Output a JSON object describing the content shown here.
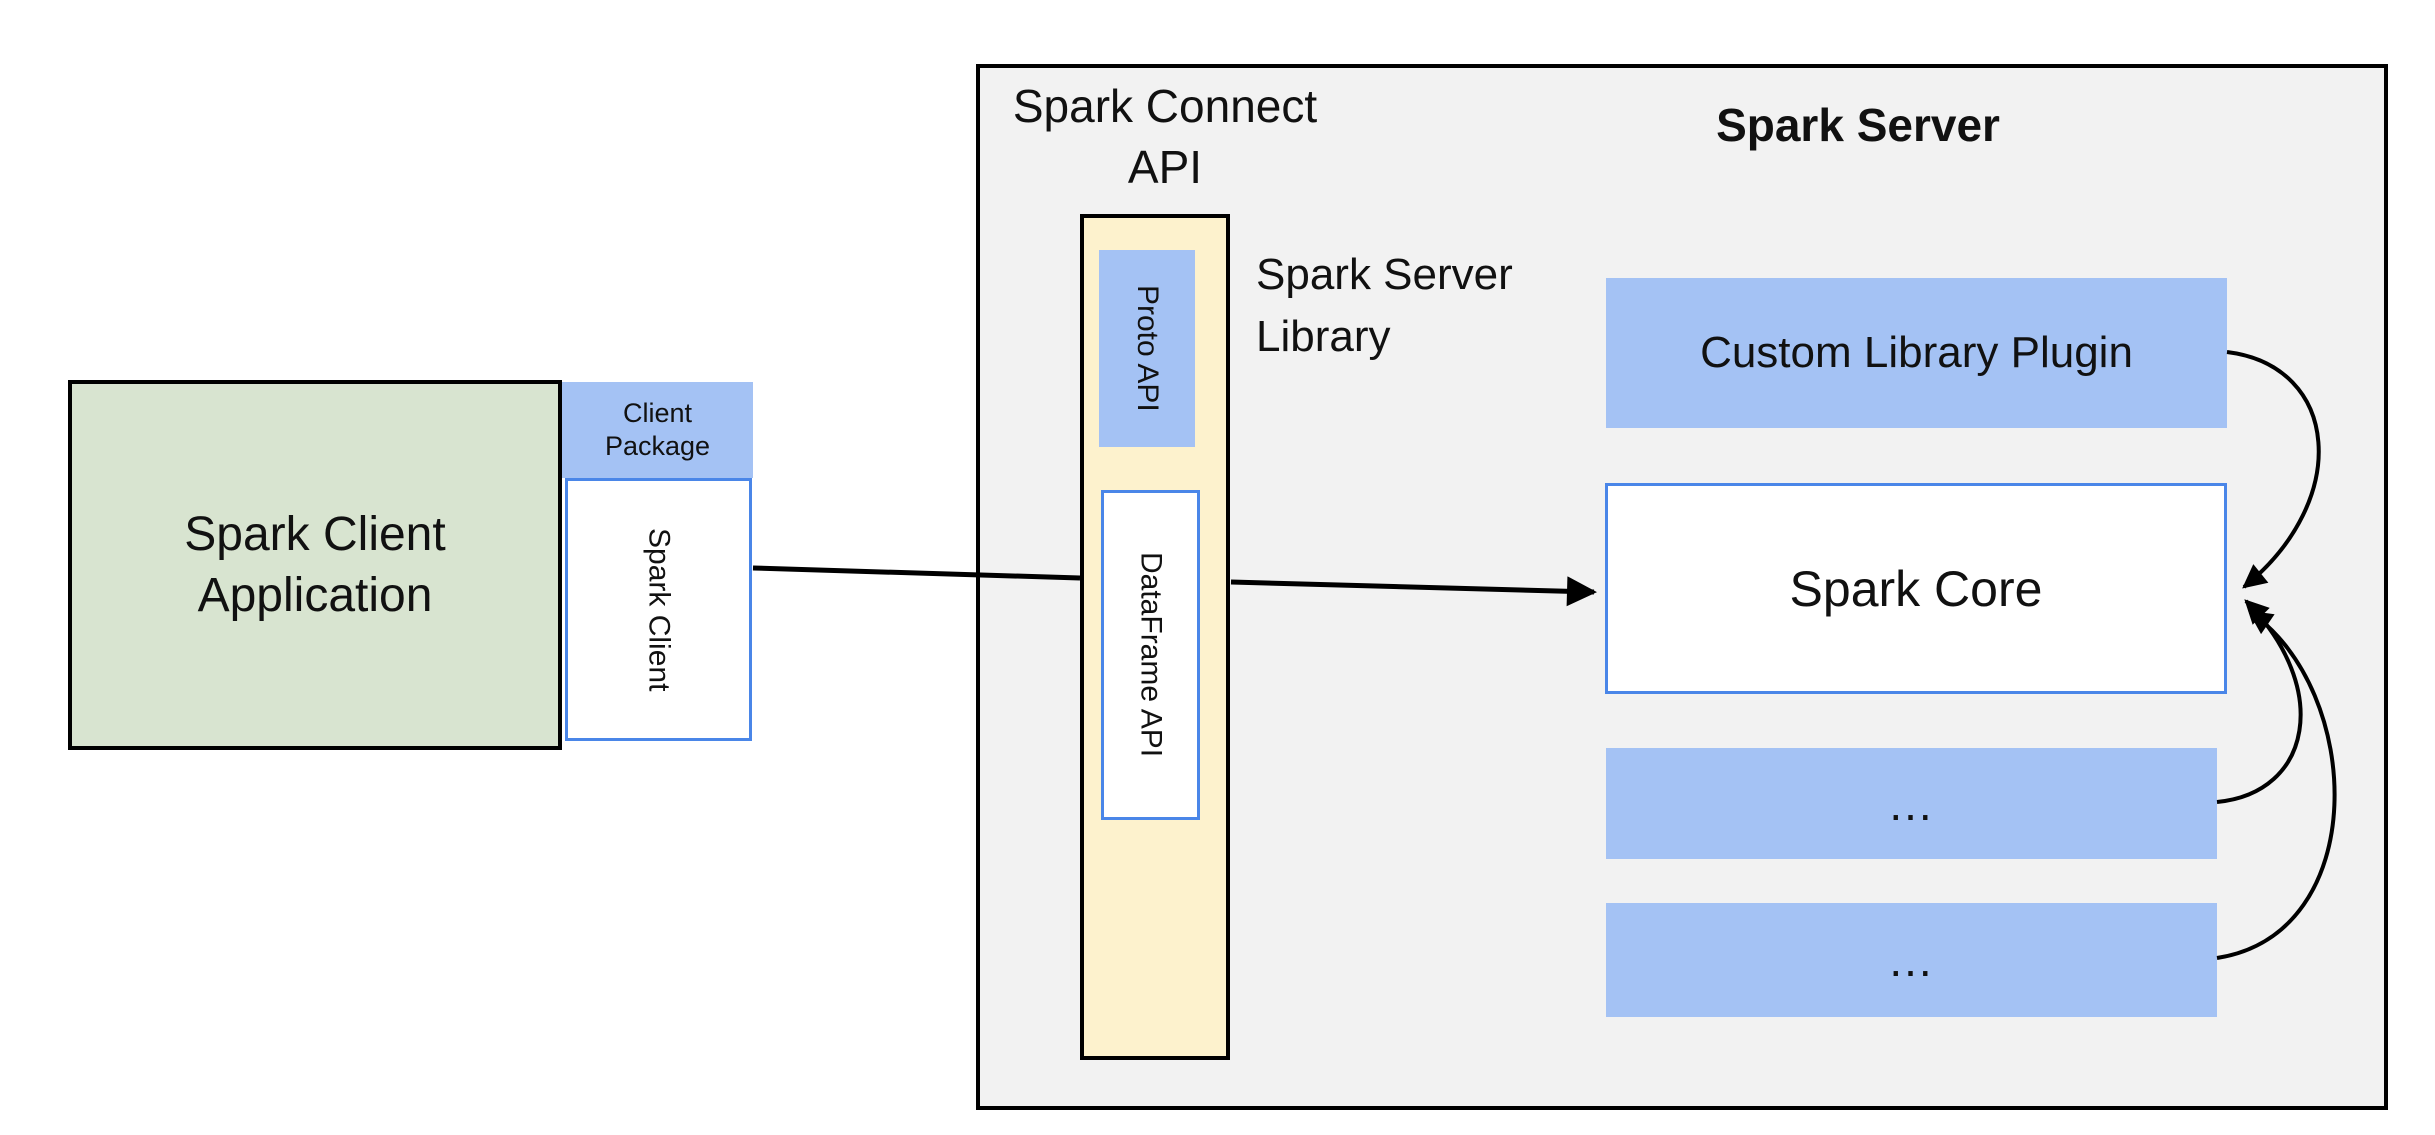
{
  "colors": {
    "green_fill": "#d8e4d0",
    "blue_fill": "#a4c2f4",
    "yellow_fill": "#fdf2cd",
    "gray_fill": "#f2f2f2",
    "blue_border": "#4a86e8",
    "line_color": "#000000",
    "text_color": "#111111"
  },
  "client_app": {
    "line1": "Spark Client",
    "line2": "Application"
  },
  "client_package": {
    "line1": "Client",
    "line2": "Package"
  },
  "spark_client": {
    "label": "Spark Client"
  },
  "connect_api": {
    "line1": "Spark Connect",
    "line2": "API"
  },
  "server": {
    "title": "Spark Server"
  },
  "server_library": {
    "line1": "Spark Server",
    "line2": "Library"
  },
  "proto_api": {
    "label": "Proto API"
  },
  "dataframe_api": {
    "label": "DataFrame API"
  },
  "plugin": {
    "label": "Custom Library Plugin"
  },
  "spark_core": {
    "label": "Spark Core"
  },
  "module_box_1": {
    "label": "..."
  },
  "module_box_2": {
    "label": "..."
  }
}
